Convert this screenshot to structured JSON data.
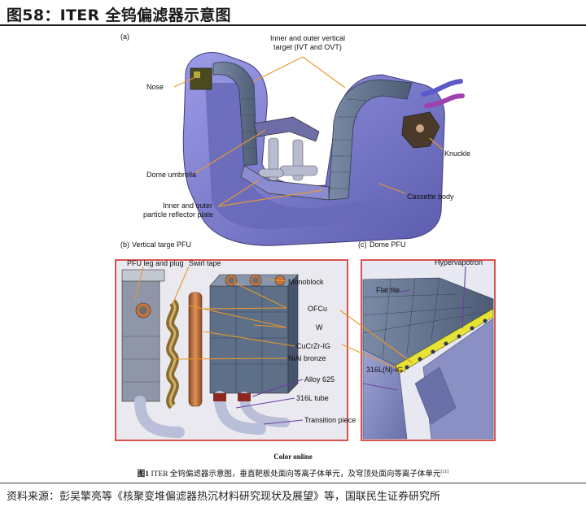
{
  "header": {
    "title": "图58：ITER 全钨偏滤器示意图"
  },
  "figure": {
    "panel_a": {
      "tag": "(a)",
      "labels": {
        "nose": "Nose",
        "vertical_target_line1": "Inner and outer vertical",
        "vertical_target_line2": "target (IVT and OVT)",
        "dome_umbrella": "Dome  umbrella",
        "reflector_line1": "Inner and outer",
        "reflector_line2": "particle reflector plate",
        "knuckle": "Knuckle",
        "cassette_body": "Cassette body"
      }
    },
    "panel_b": {
      "tag": "(b)",
      "title": "Vertical targe PFU",
      "labels": {
        "pfu_leg": "PFU leg and plug",
        "swirl_tape": "Swirl tape",
        "monoblock": "Monoblock",
        "ofcu": "OFCu",
        "w": "W",
        "cucrzr": "CuCrZr-IG",
        "nial": "NiAl bronze",
        "alloy625": "Alloy 625",
        "tube316l": "316L tube",
        "transition": "Transition piece"
      }
    },
    "panel_c": {
      "tag": "(c)",
      "title": "Dome PFU",
      "labels": {
        "hypervapotron": "Hypervapotron",
        "flat_tile": "Flat tile",
        "steel": "316L(N)-IG"
      }
    },
    "color_online": "Color online",
    "caption_prefix": "图1",
    "caption_text": " ITER 全钨偏滤器示意图，垂直靶板处面向等离子体单元，及穹顶处面向等离子体单元",
    "caption_ref": "[11]"
  },
  "footer": {
    "source": "资料来源：彭吴擎亮等《核聚变堆偏滤器热沉材料研究现状及展望》等，国联民生证券研究所"
  },
  "colors": {
    "cassette": "#7f7fd4",
    "cassette_dark": "#55559e",
    "tile": "#5e6f88",
    "frame_red": "#d9534f",
    "leader_orange": "#e8982e",
    "leader_purple": "#6b3fa0",
    "copper": "#c8743a",
    "yellow": "#e6e236"
  }
}
